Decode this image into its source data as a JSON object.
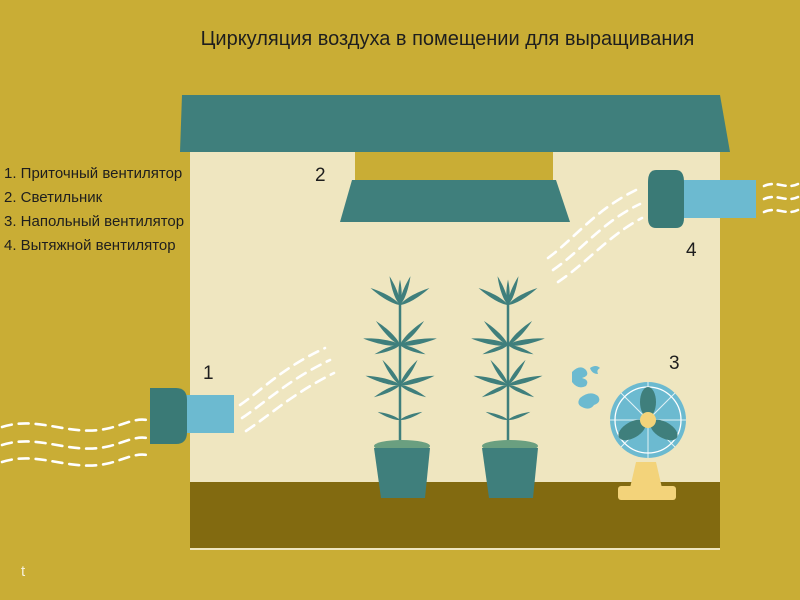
{
  "title": "Циркуляция воздуха в помещении для выращивания",
  "legend": [
    "1. Приточный вентилятор",
    "2. Светильник",
    "3. Напольный вентилятор",
    "4. Вытяжной вентилятор"
  ],
  "numbers": {
    "n1": "1",
    "n2": "2",
    "n3": "3",
    "n4": "4"
  },
  "watermark": "t",
  "colors": {
    "background": "#c9ad35",
    "room_wall": "#efe6c0",
    "roof": "#3f7f7c",
    "floor": "#826a10",
    "light": "#3f7f7c",
    "fan_housing": "#3a7a76",
    "fan_duct": "#6cbad0",
    "air_flow": "#ffffff",
    "plant": "#3f7f7c",
    "fan_base": "#f3d37a"
  },
  "icons": [
    "intake-fan-icon",
    "lamp-icon",
    "floor-fan-icon",
    "exhaust-fan-icon",
    "plant-icon",
    "air-flow-icon"
  ]
}
